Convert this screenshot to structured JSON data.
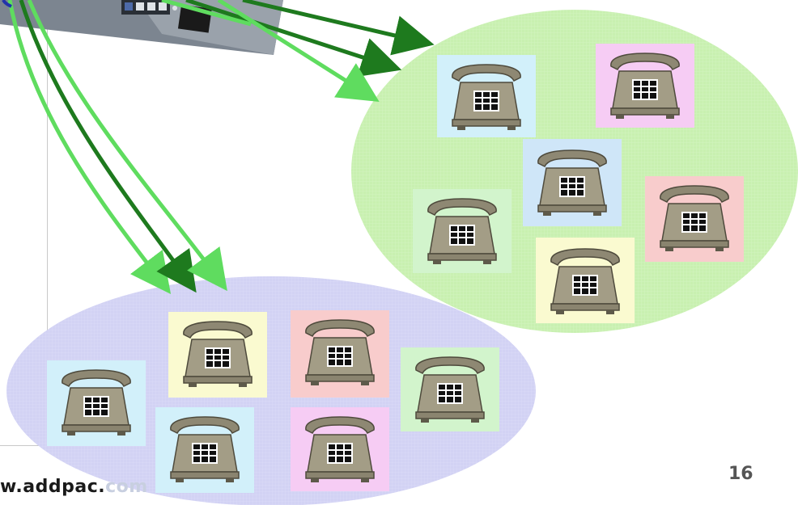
{
  "colors": {
    "green_group": "#c8f0b0",
    "blue_group": "#d2d2f4",
    "phone_body": "#9b9580",
    "phone_dark": "#5e5a4a",
    "arrow_dark": "#1e7a1e",
    "arrow_light": "#5fdc5f",
    "tile_cyan": "#d2f0fa",
    "tile_pink": "#f6ccf4",
    "tile_rose": "#f8cccc",
    "tile_yellow": "#fafad0",
    "tile_mint": "#d2f4cc",
    "tile_lightblue": "#cfe6f8"
  },
  "icons": {
    "phone": "telephone-icon",
    "gateway": "gateway-device-icon"
  },
  "footer": {
    "url_main": "w.addpac.",
    "url_faded": "com",
    "page_number": "16"
  }
}
